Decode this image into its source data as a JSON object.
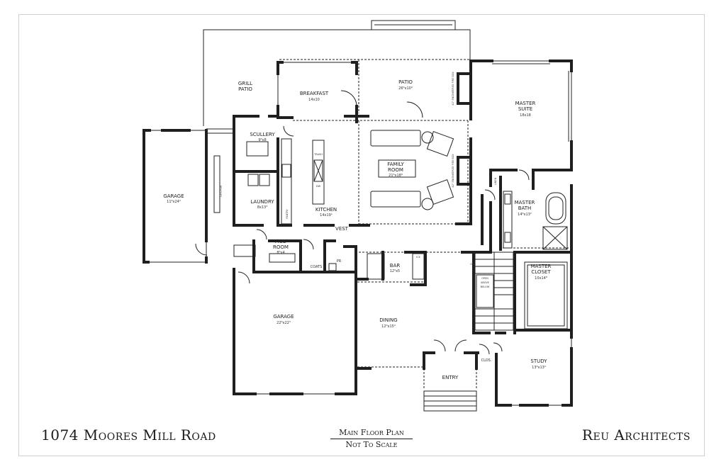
{
  "title": "1074 Moores Mill Road",
  "plan_title": "Main Floor Plan",
  "plan_subtitle": "Not To Scale",
  "architect": "Reu Architects",
  "rooms": {
    "grill_patio": [
      "GRILL",
      "PATIO"
    ],
    "breakfast": {
      "name": "BREAKFAST",
      "dims": "14x10"
    },
    "patio": {
      "name": "PATIO",
      "dims": "26⁶x10⁰"
    },
    "master_suite": {
      "name": [
        "MASTER",
        "SUITE"
      ],
      "dims": "18x18"
    },
    "scullery": {
      "name": "SCULLERY",
      "dims": "9⁶x8"
    },
    "family_room": {
      "name": [
        "FAMILY",
        "ROOM"
      ],
      "dims": "21⁶x18⁶"
    },
    "garage_side": {
      "name": "GARAGE",
      "dims": "11⁶x24⁰"
    },
    "laundry": {
      "name": "LAUNDRY",
      "dims": "8x13³"
    },
    "kitchen": {
      "name": "KITCHEN",
      "dims": "14x19¹"
    },
    "master_bath": {
      "name": [
        "MASTER",
        "BATH"
      ],
      "dims": "14⁶x13²"
    },
    "mud_room": {
      "name": [
        "MUD",
        "ROOM"
      ],
      "dims": "8⁶x4"
    },
    "vest": "VEST",
    "coats": "COATS",
    "pr": "PR",
    "bar": {
      "name": "BAR",
      "dims": "12⁰x5"
    },
    "master_closet": {
      "name": [
        "MASTER",
        "CLOSET"
      ],
      "dims": "10x14⁸"
    },
    "garage_main": {
      "name": "GARAGE",
      "dims": "22⁶x22³"
    },
    "dining": {
      "name": "DINING",
      "dims": "12⁶x15⁰"
    },
    "study": {
      "name": "STUDY",
      "dims": "13⁶x13⁰"
    },
    "clos": "CLOS.",
    "entry": "ENTRY"
  },
  "notes": {
    "benches": "BENCHES",
    "fireplace_upper": "42\" ENGINEERED FIRE BOX",
    "fireplace_lower": "42\" ENGINEERED FIRE BOX",
    "open_above": [
      "OPEN",
      "ABOVE",
      "BELOW"
    ],
    "trash": "TRASH",
    "dw": "DW",
    "on": "ON",
    "ice": "ICE",
    "linen": "LINEN",
    "pantry": "PANTRY"
  }
}
